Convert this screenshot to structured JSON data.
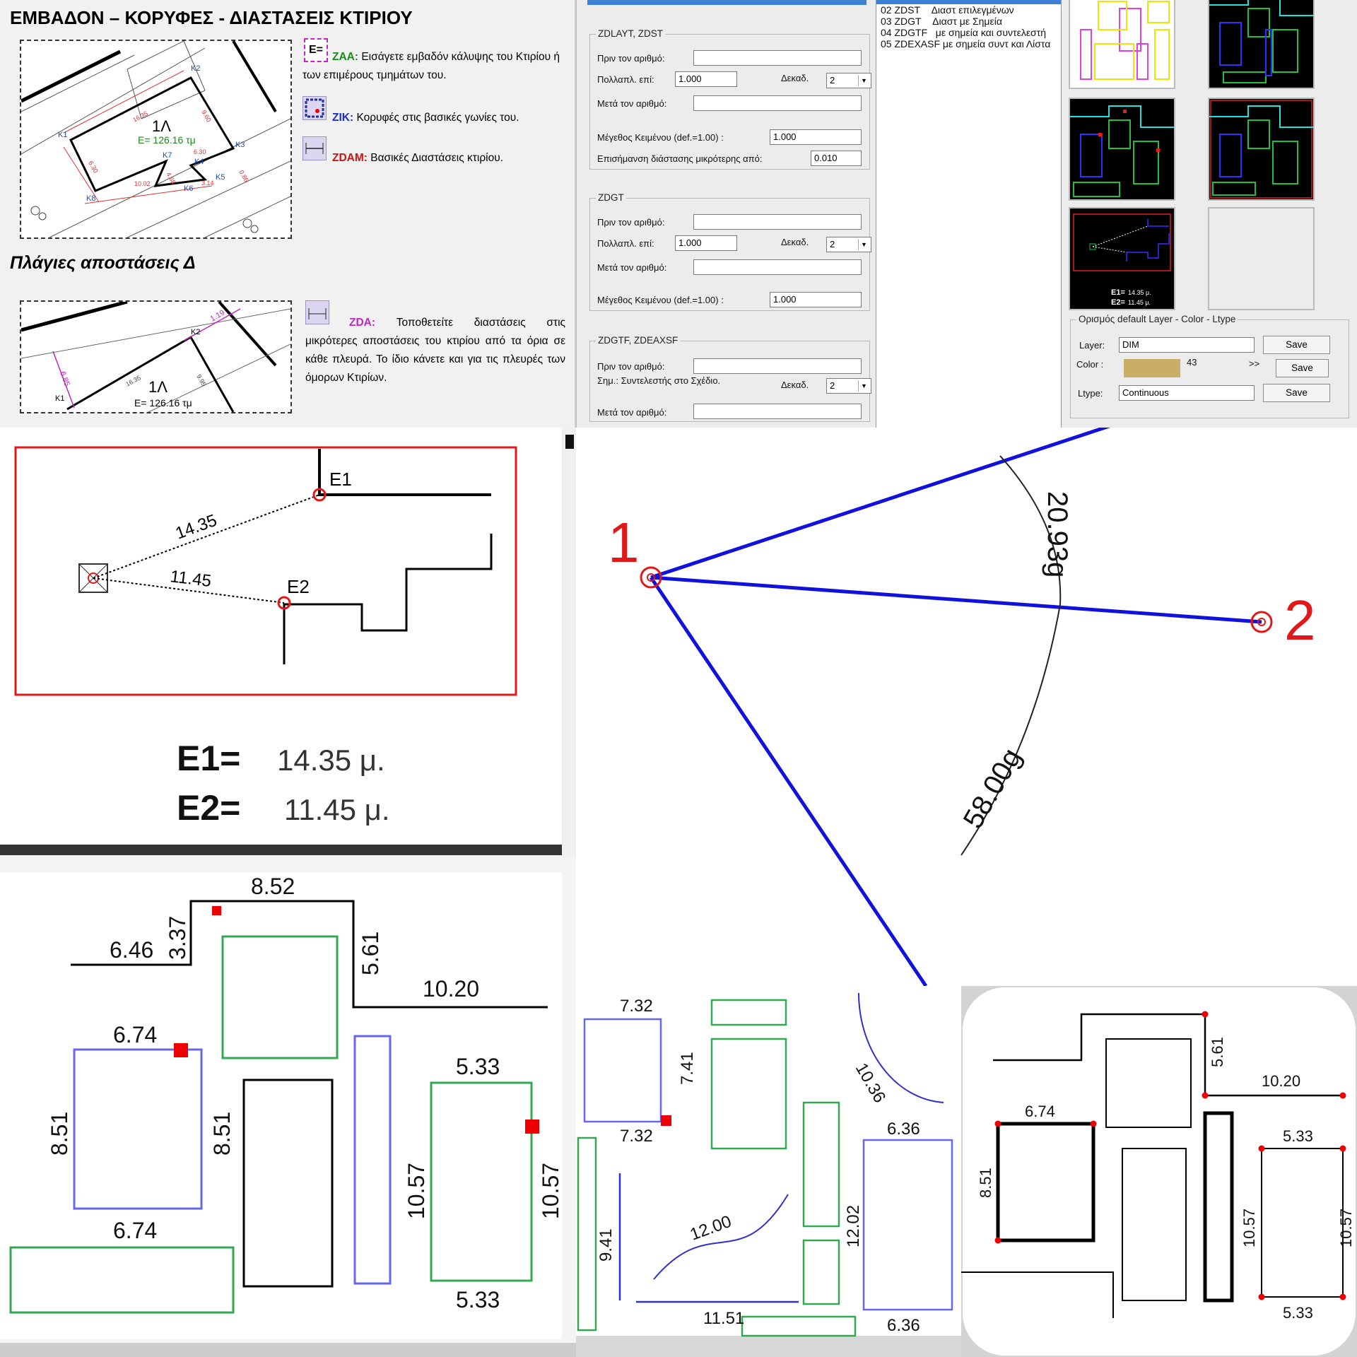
{
  "help": {
    "title": "ΕΜΒΑΔΟΝ – ΚΟΡΥΦΕΣ - ΔΙΑΣΤΑΣΕΙΣ ΚΤΙΡΙΟΥ",
    "side_title": "Πλάγιες αποστάσεις Δ",
    "icon_eq": "E=",
    "zaa_cmd": "ZAA:",
    "zaa_text": "Εισάγετε εμβαδόν κάλυψης του Κτιρίου ή των επιμέρους τμημάτων του.",
    "zik_cmd": "ZIK:",
    "zik_text": "Κορυφές στις βασικές γωνίες του.",
    "zdam_cmd": "ZDAM:",
    "zdam_text": "Βασικές Διαστάσεις κτιρίου.",
    "zda_cmd": "ZDA:",
    "zda_text": "Τοποθετείτε διαστάσεις στις μικρότερες αποστάσεις του κτιρίου από τα όρια σε κάθε πλευρά. Το ίδιο κάνετε και για τις πλευρές των όμορων Κτιρίων.",
    "plan": {
      "area_label": "E= 126.16 τμ",
      "unit": "1Λ",
      "vertices": [
        "K1",
        "K2",
        "K3",
        "K4",
        "K5",
        "K6",
        "K7",
        "K8"
      ],
      "dims": [
        "16.35",
        "9.60",
        "6.30",
        "6.30",
        "4.68",
        "10.02",
        "3.14",
        "0.86"
      ],
      "side_dims": [
        "1.19",
        "6.85",
        "16.35",
        "9.95"
      ]
    }
  },
  "form": {
    "groups": [
      {
        "title": "ZDLAYT, ZDST",
        "before_label": "Πριν τον αριθμό:",
        "before_value": "",
        "mult_label": "Πολλαπλ. επί:",
        "mult_value": "1.000",
        "dec_label": "Δεκαδ.",
        "dec_value": "2",
        "after_label": "Μετά τον αριθμό:",
        "after_value": "",
        "size_label": "Μέγεθος Κειμένου (def.=1.00) :",
        "size_value": "1.000",
        "min_label": "Επισήμανση διάστασης μικρότερης από:",
        "min_value": "0.010"
      },
      {
        "title": "ZDGT",
        "before_label": "Πριν τον αριθμό:",
        "before_value": "",
        "mult_label": "Πολλαπλ. επί:",
        "mult_value": "1.000",
        "dec_label": "Δεκαδ.",
        "dec_value": "2",
        "after_label": "Μετά τον αριθμό:",
        "after_value": "",
        "size_label": "Μέγεθος Κειμένου (def.=1.00) :",
        "size_value": "1.000"
      },
      {
        "title": "ZDGTF, ZDEAXSF",
        "before_label": "Πριν τον αριθμό:",
        "before_value": "",
        "note_label": "Σημ.: Συντελεστής στο Σχέδιο.",
        "dec_label": "Δεκαδ.",
        "dec_value": "2",
        "after_label": "Μετά τον αριθμό:",
        "after_value": ""
      }
    ]
  },
  "list": {
    "items": [
      {
        "code": "02 ZDST",
        "desc": "Διαστ επιλεγμένων"
      },
      {
        "code": "03 ZDGT",
        "desc": "Διαστ με Σημεία"
      },
      {
        "code": "04 ZDGTF",
        "desc": "με σημεία και συντελεστή"
      },
      {
        "code": "05 ZDEXASF",
        "desc": "με σημεία συντ και Λίστα"
      }
    ]
  },
  "gallery": {
    "group_title": "Ορισμός default Layer - Color - Ltype",
    "layer_label": "Layer:",
    "layer_value": "DIM",
    "color_label": "Color :",
    "color_value": "43",
    "color_swatch": "#c9ae66",
    "more_label": ">>",
    "ltype_label": "Ltype:",
    "ltype_value": "Continuous",
    "save_label": "Save",
    "tile5_e1": "E1=",
    "tile5_e1v": "14.35 μ.",
    "tile5_e2": "E2=",
    "tile5_e2v": "11.45 μ."
  },
  "e12": {
    "p1": "E1",
    "p2": "E2",
    "d1": "14.35",
    "d2": "11.45",
    "r1_label": "E1=",
    "r1_value": "14.35 μ.",
    "r2_label": "E2=",
    "r2_value": "11.45 μ."
  },
  "angle": {
    "pt1": "1",
    "pt2": "2",
    "a1": "20.93g",
    "a2": "58.00g"
  },
  "dimsA": {
    "labels": [
      "8.52",
      "3.37",
      "6.46",
      "5.61",
      "10.20",
      "6.74",
      "8.51",
      "8.51",
      "6.74",
      "5.33",
      "10.57",
      "10.57",
      "5.33"
    ]
  },
  "dimsB": {
    "labels": [
      "7.32",
      "7.41",
      "7.32",
      "10.36",
      "6.36",
      "12.02",
      "12.00",
      "9.41",
      "11.51",
      "6.36"
    ]
  },
  "dimsC": {
    "labels": [
      "5.61",
      "10.20",
      "6.74",
      "8.51",
      "5.33",
      "10.57",
      "10.57",
      "5.33"
    ]
  },
  "colors": {
    "dim_red": "#e0001a",
    "blue_line": "#1111dd",
    "green_rect": "#33a852",
    "purple_rect": "#6666ee",
    "magenta": "#c026c0"
  }
}
